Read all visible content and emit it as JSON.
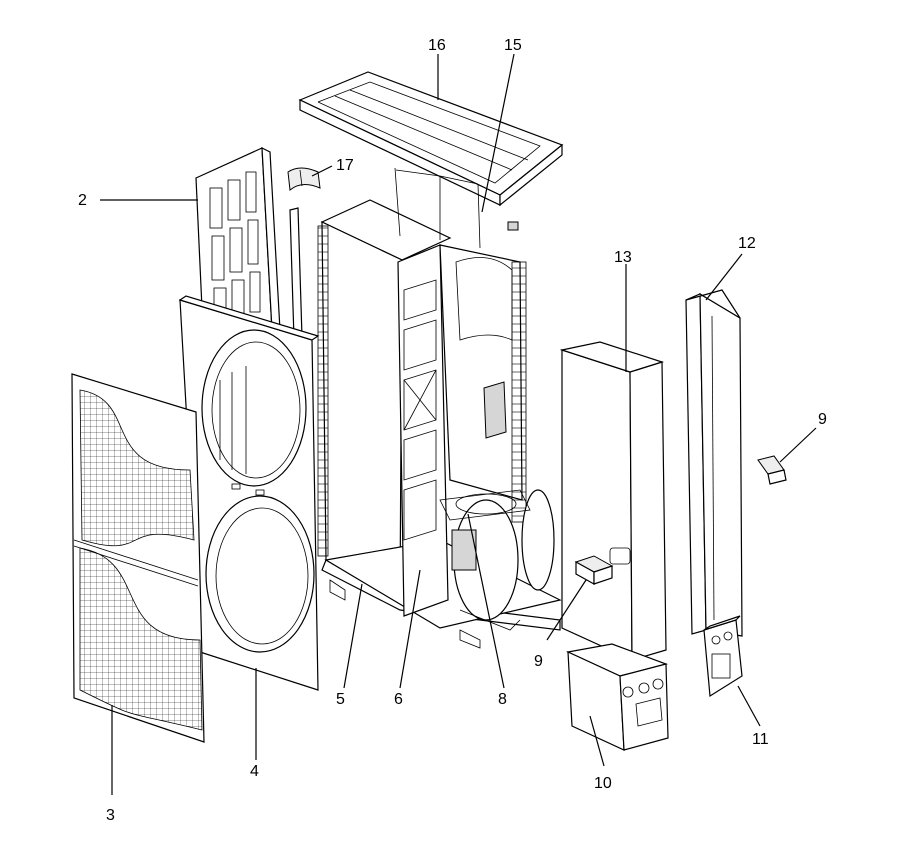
{
  "callouts": [
    {
      "id": "c2",
      "label": "2"
    },
    {
      "id": "c3",
      "label": "3"
    },
    {
      "id": "c4",
      "label": "4"
    },
    {
      "id": "c5",
      "label": "5"
    },
    {
      "id": "c6",
      "label": "6"
    },
    {
      "id": "c8",
      "label": "8"
    },
    {
      "id": "c9a",
      "label": "9"
    },
    {
      "id": "c9b",
      "label": "9"
    },
    {
      "id": "c10",
      "label": "10"
    },
    {
      "id": "c11",
      "label": "11"
    },
    {
      "id": "c12",
      "label": "12"
    },
    {
      "id": "c13",
      "label": "13"
    },
    {
      "id": "c15",
      "label": "15"
    },
    {
      "id": "c16",
      "label": "16"
    },
    {
      "id": "c17",
      "label": "17"
    }
  ]
}
